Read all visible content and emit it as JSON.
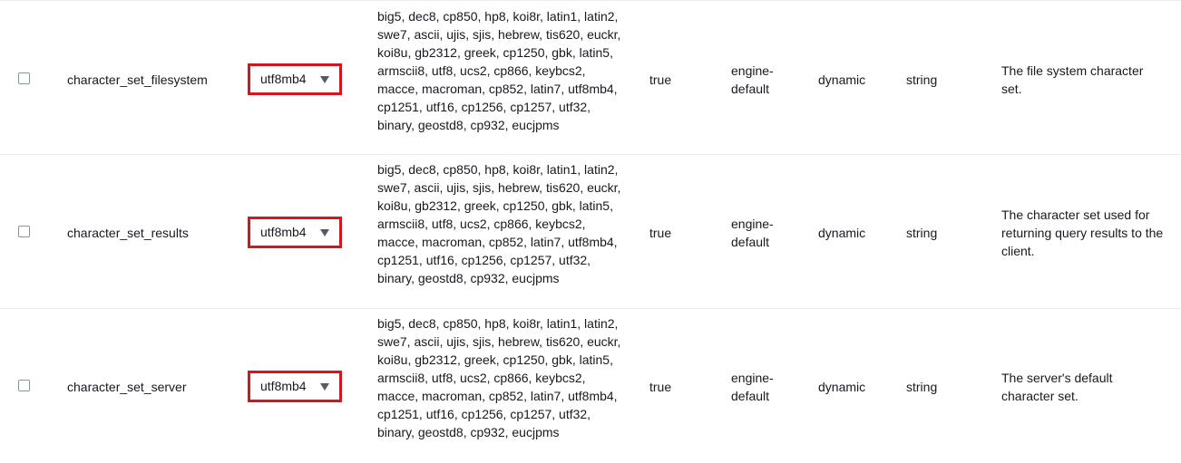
{
  "rows": [
    {
      "name": "character_set_filesystem",
      "value": "utf8mb4",
      "allowed_values": "big5, dec8, cp850, hp8, koi8r, latin1, latin2, swe7, ascii, ujis, sjis, hebrew, tis620, euckr, koi8u, gb2312, greek, cp1250, gbk, latin5, armscii8, utf8, ucs2, cp866, keybcs2, macce, macroman, cp852, latin7, utf8mb4, cp1251, utf16, cp1256, cp1257, utf32, binary, geostd8, cp932, eucjpms",
      "modifiable": "true",
      "source_line1": "engine-",
      "source_line2": "default",
      "apply_type": "dynamic",
      "data_type": "string",
      "description": "The file system character set."
    },
    {
      "name": "character_set_results",
      "value": "utf8mb4",
      "allowed_values": "big5, dec8, cp850, hp8, koi8r, latin1, latin2, swe7, ascii, ujis, sjis, hebrew, tis620, euckr, koi8u, gb2312, greek, cp1250, gbk, latin5, armscii8, utf8, ucs2, cp866, keybcs2, macce, macroman, cp852, latin7, utf8mb4, cp1251, utf16, cp1256, cp1257, utf32, binary, geostd8, cp932, eucjpms",
      "modifiable": "true",
      "source_line1": "engine-",
      "source_line2": "default",
      "apply_type": "dynamic",
      "data_type": "string",
      "description": "The character set used for returning query results to the client."
    },
    {
      "name": "character_set_server",
      "value": "utf8mb4",
      "allowed_values": "big5, dec8, cp850, hp8, koi8r, latin1, latin2, swe7, ascii, ujis, sjis, hebrew, tis620, euckr, koi8u, gb2312, greek, cp1250, gbk, latin5, armscii8, utf8, ucs2, cp866, keybcs2, macce, macroman, cp852, latin7, utf8mb4, cp1251, utf16, cp1256, cp1257, utf32, binary, geostd8, cp932, eucjpms",
      "modifiable": "true",
      "source_line1": "engine-",
      "source_line2": "default",
      "apply_type": "dynamic",
      "data_type": "string",
      "description": "The server's default character set."
    }
  ],
  "colors": {
    "highlight_border": "#d5161c",
    "row_divider": "#eaeded",
    "text": "#16191f"
  },
  "icons": {
    "select_caret": "caret-down-icon"
  }
}
